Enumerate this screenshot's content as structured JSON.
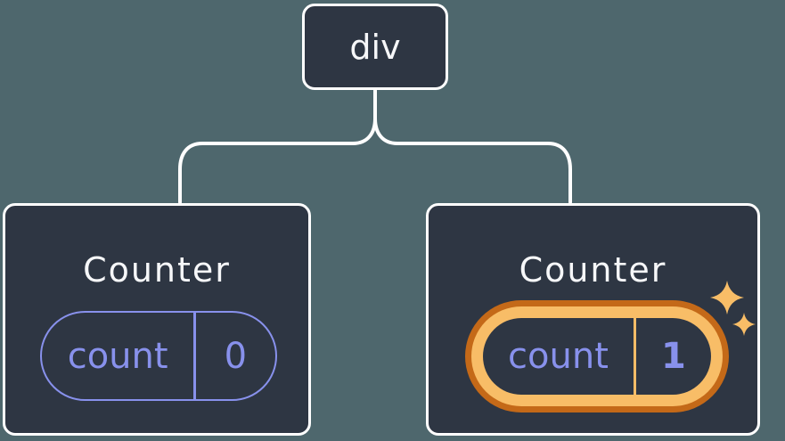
{
  "tree": {
    "root": {
      "label": "div"
    },
    "children": [
      {
        "title": "Counter",
        "state": {
          "key": "count",
          "value": "0"
        },
        "highlighted": false
      },
      {
        "title": "Counter",
        "state": {
          "key": "count",
          "value": "1"
        },
        "highlighted": true
      }
    ]
  },
  "icons": {
    "highlight_badge": "sparkles-icon"
  },
  "colors": {
    "background": "#4E676D",
    "node_background": "#2E3643",
    "node_border": "#FFFFFF",
    "connector_line": "#FFFFFF",
    "state_accent_purple": "#8891EC",
    "highlight_orange_dark": "#C46918",
    "highlight_orange_light": "#F8BD67",
    "text_white": "#F6F7F9"
  }
}
